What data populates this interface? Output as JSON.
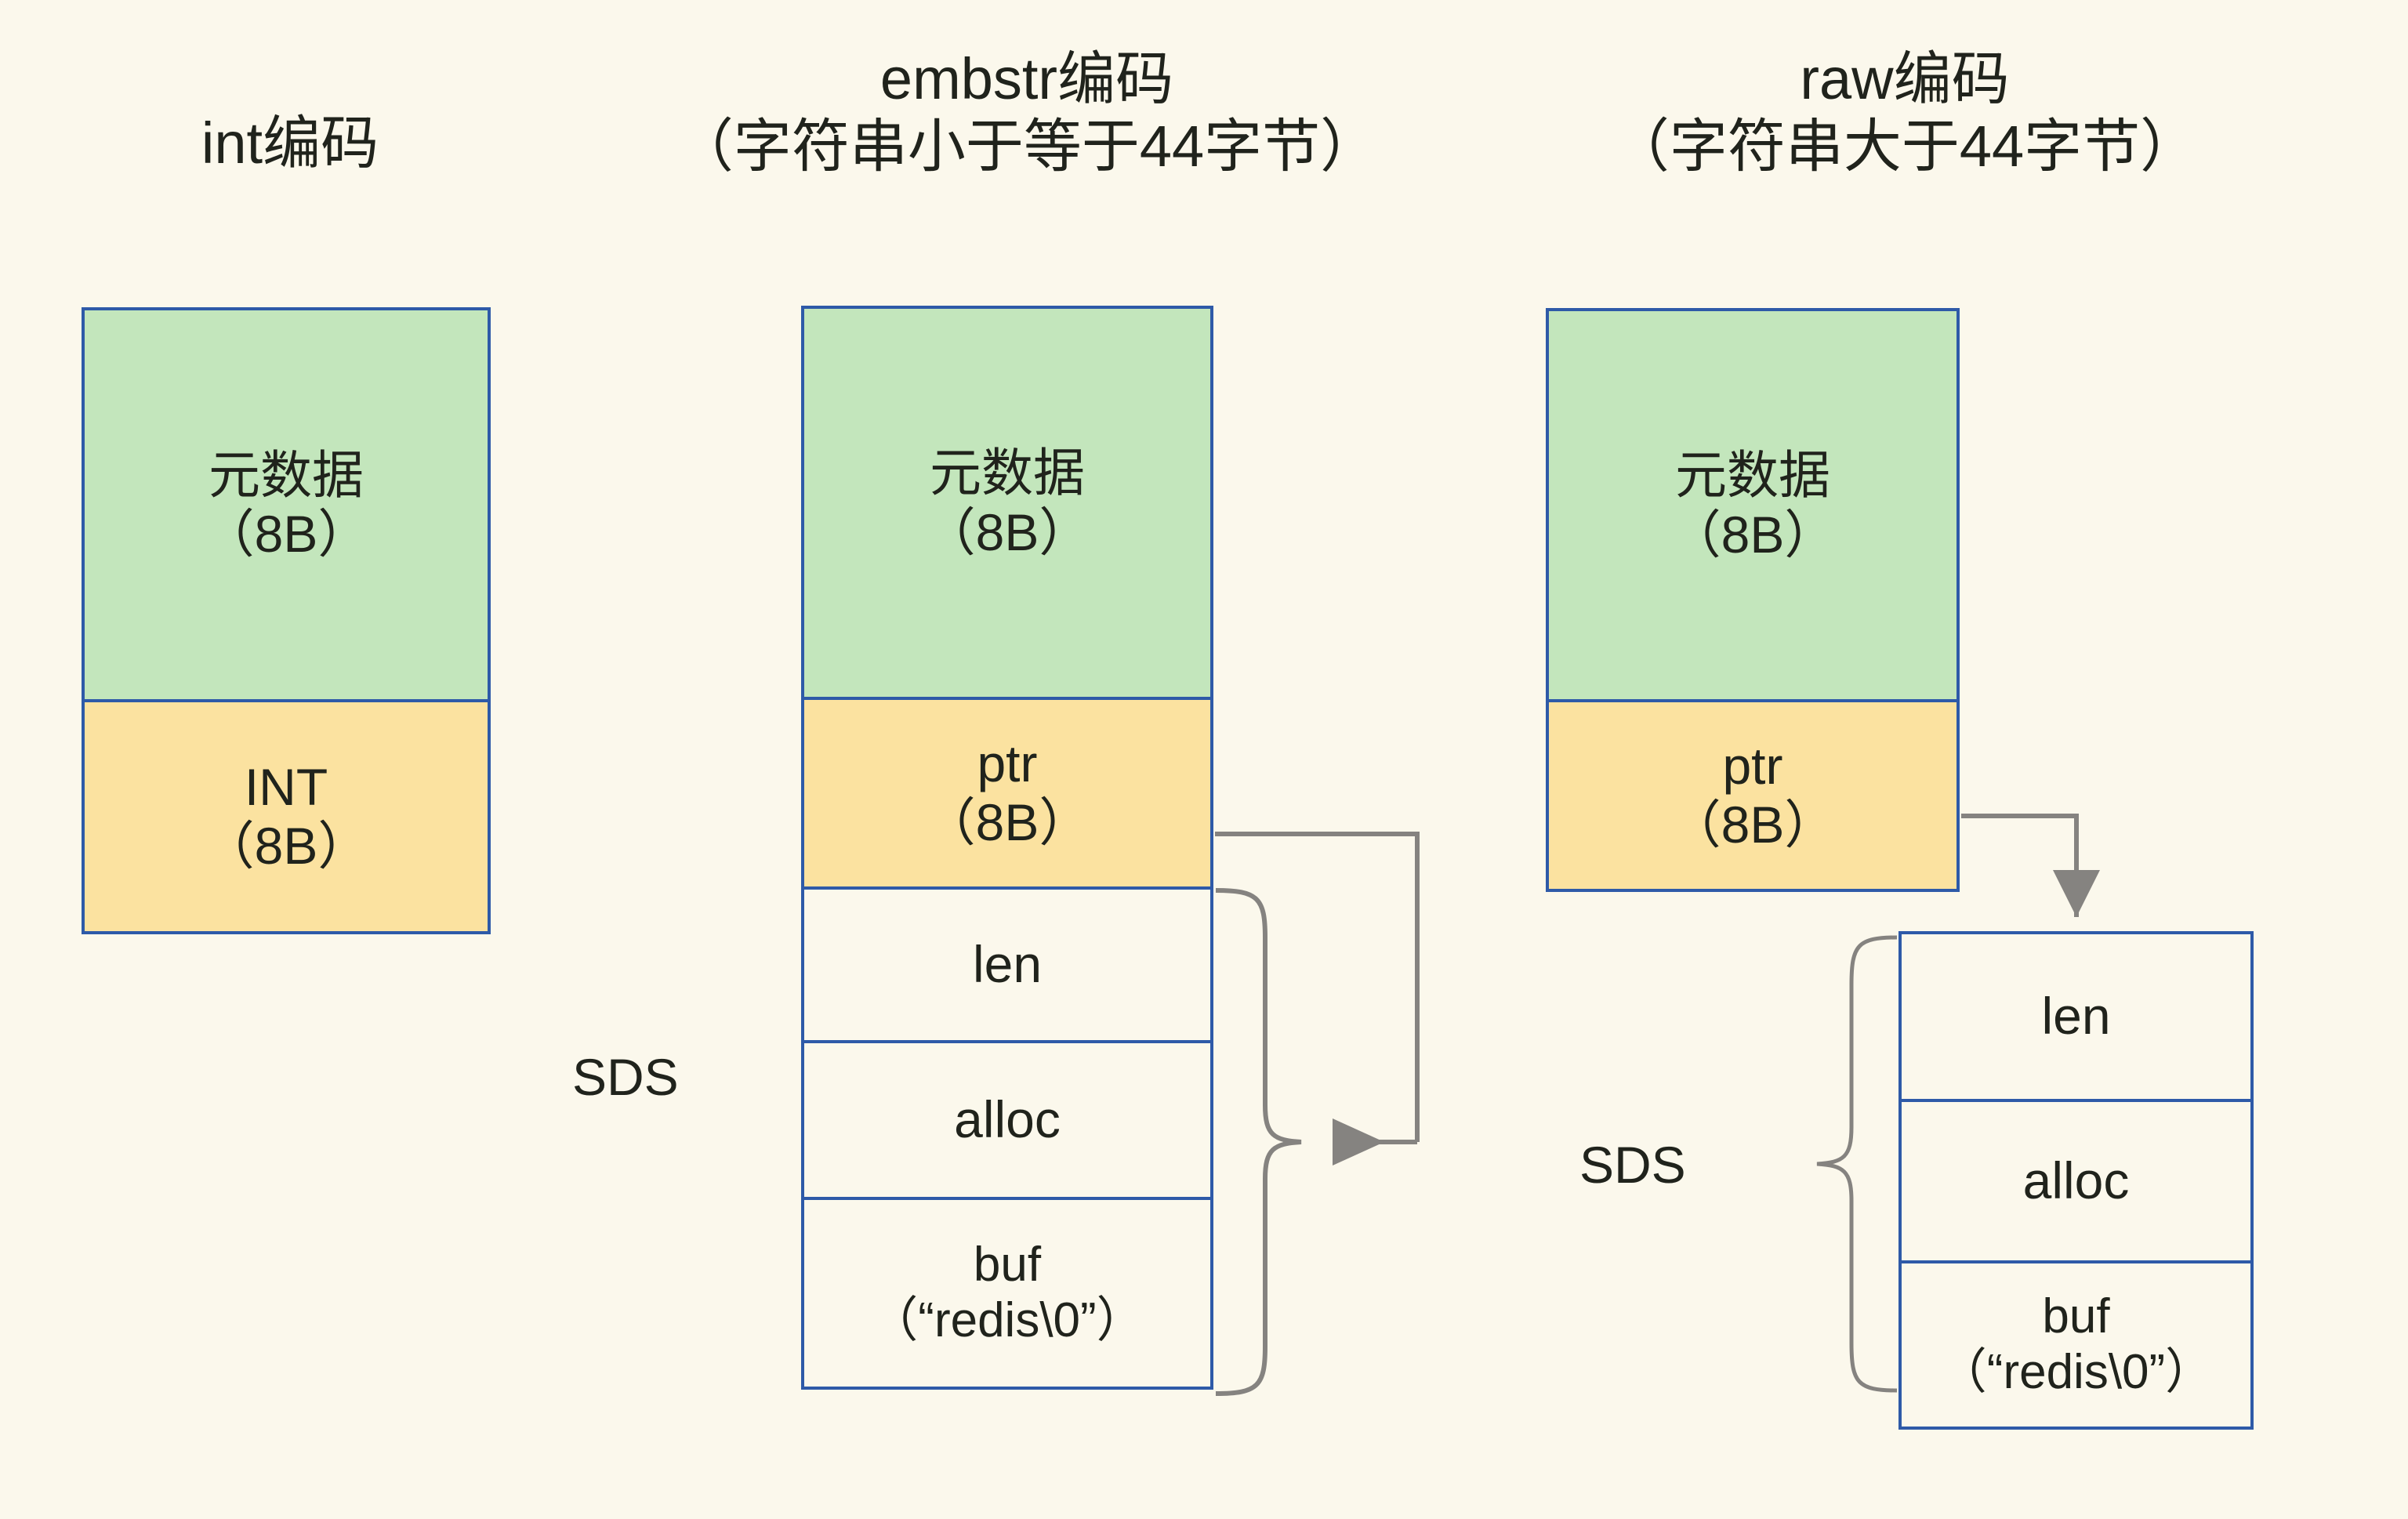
{
  "columns": [
    {
      "id": "int",
      "title": "int编码",
      "cells": [
        {
          "name": "metadata",
          "text": "元数据\n（8B）",
          "fill": "green"
        },
        {
          "name": "int-value",
          "text": "INT\n（8B）",
          "fill": "amber"
        }
      ]
    },
    {
      "id": "embstr",
      "title": "embstr编码\n（字符串小于等于44字节）",
      "sds_label": "SDS",
      "cells": [
        {
          "name": "metadata",
          "text": "元数据\n（8B）",
          "fill": "green"
        },
        {
          "name": "ptr",
          "text": "ptr\n（8B）",
          "fill": "amber"
        },
        {
          "name": "len",
          "text": "len",
          "fill": "plain"
        },
        {
          "name": "alloc",
          "text": "alloc",
          "fill": "plain"
        },
        {
          "name": "buf",
          "text": "buf\n（“redis\\0”）",
          "fill": "plain"
        }
      ]
    },
    {
      "id": "raw",
      "title": "raw编码\n（字符串大于44字节）",
      "sds_label": "SDS",
      "cells": [
        {
          "name": "metadata",
          "text": "元数据\n（8B）",
          "fill": "green"
        },
        {
          "name": "ptr",
          "text": "ptr\n（8B）",
          "fill": "amber"
        },
        {
          "name": "len",
          "text": "len",
          "fill": "plain"
        },
        {
          "name": "alloc",
          "text": "alloc",
          "fill": "plain"
        },
        {
          "name": "buf",
          "text": "buf\n（“redis\\0”）",
          "fill": "plain"
        }
      ]
    }
  ],
  "colors": {
    "background": "#fbf8ec",
    "border": "#2e5aa8",
    "metadata_fill": "#c3e6bc",
    "pointer_fill": "#fbe2a0",
    "plain_fill": "#fbf8ec",
    "connector": "#777570",
    "text": "#20231c"
  },
  "connectors": [
    {
      "name": "embstr-ptr-to-sds",
      "from": "embstr.ptr",
      "to": "embstr.sds-group"
    },
    {
      "name": "embstr-sds-brace",
      "from": "embstr.len-alloc-buf",
      "to": "embstr.sds-group"
    },
    {
      "name": "raw-ptr-to-sds",
      "from": "raw.ptr",
      "to": "raw.sds-box"
    },
    {
      "name": "raw-sds-brace",
      "from": "raw.len-alloc-buf",
      "to": "raw.sds-label"
    }
  ]
}
